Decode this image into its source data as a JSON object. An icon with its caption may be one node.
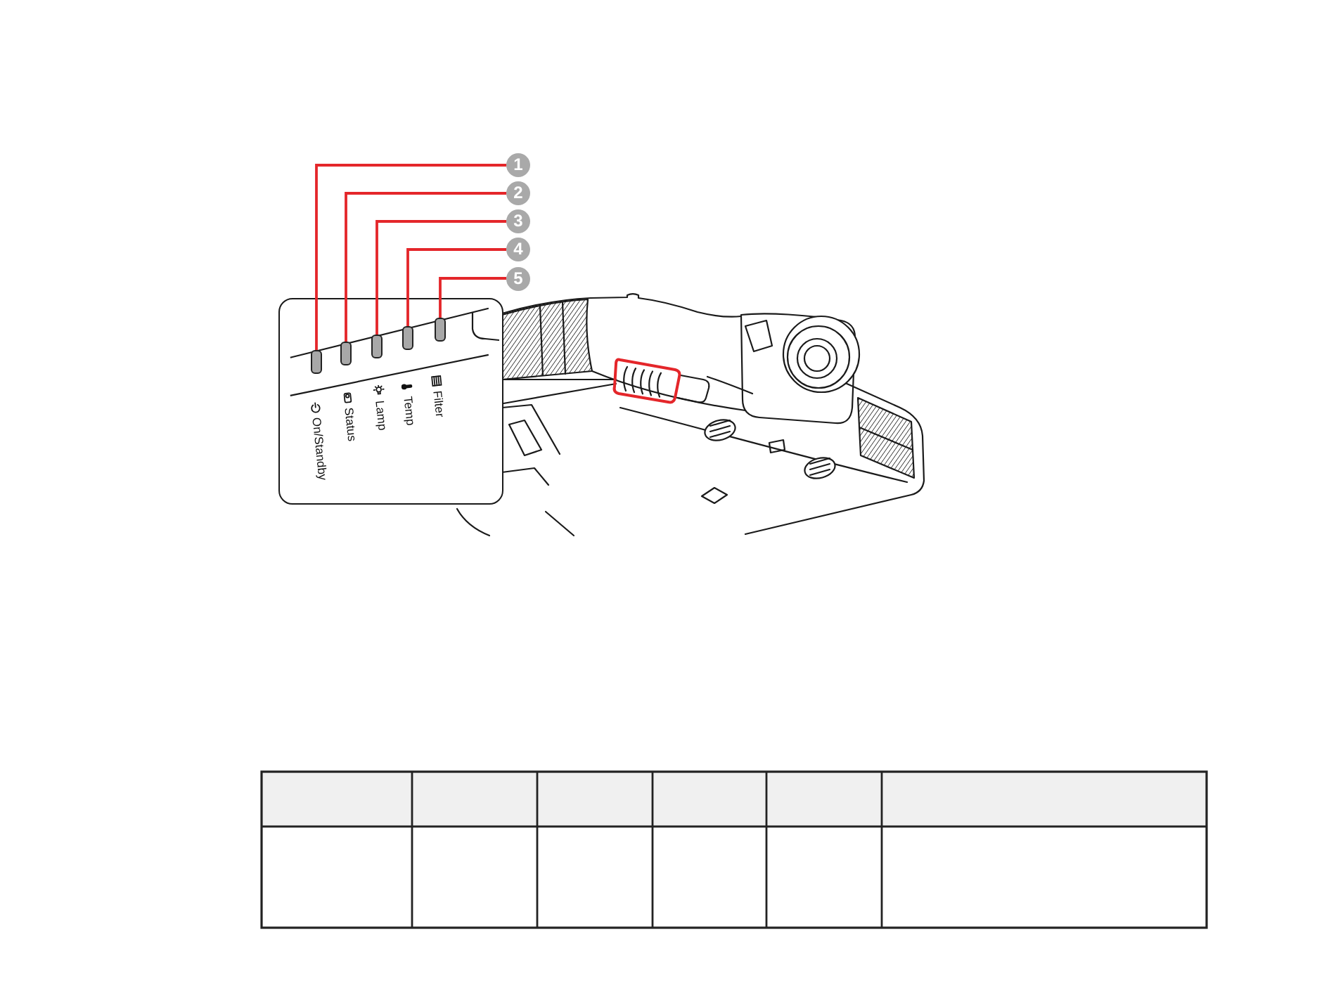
{
  "diagram": {
    "nodes": [
      {
        "text": [
          "1"
        ]
      },
      {
        "text": [
          "2"
        ]
      },
      {
        "text": [
          "3"
        ]
      },
      {
        "text": [
          "4"
        ]
      },
      {
        "text": [
          "5"
        ]
      },
      {
        "text": [
          "On/Standby",
          "Status",
          "Lamp",
          "Temp",
          "Filter"
        ]
      },
      {
        "text": [],
        "shape": "bar",
        "in": 5
      },
      {
        "text": [],
        "shape": "bar",
        "in": 5
      },
      {
        "text": [],
        "shape": "bar",
        "in": 5
      },
      {
        "text": [],
        "shape": "bar",
        "in": 5
      },
      {
        "text": [],
        "shape": "bar",
        "in": 5
      }
    ],
    "edges": [
      {
        "from": 0,
        "to": 6,
        "arrow": "none"
      },
      {
        "from": 1,
        "to": 7,
        "arrow": "none"
      },
      {
        "from": 2,
        "to": 8,
        "arrow": "none"
      },
      {
        "from": 3,
        "to": 9,
        "arrow": "none"
      },
      {
        "from": 4,
        "to": 10,
        "arrow": "none"
      }
    ]
  }
}
